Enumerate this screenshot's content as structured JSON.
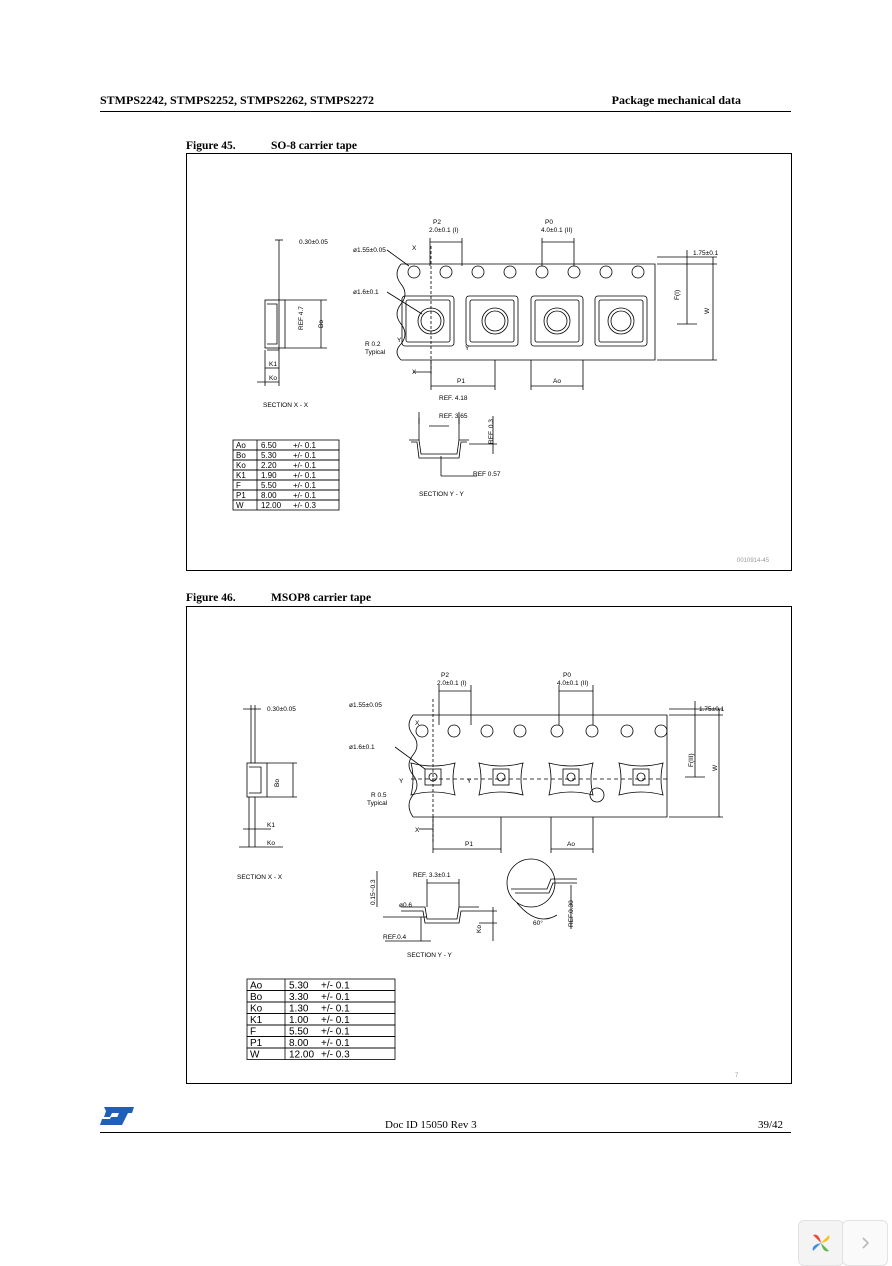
{
  "header": {
    "left": "STMPS2242, STMPS2252, STMPS2262, STMPS2272",
    "right": "Package mechanical data"
  },
  "figure45": {
    "number": "Figure 45.",
    "title": "SO-8 carrier tape",
    "labels": {
      "thickness": "0.30±0.05",
      "p2": "P2",
      "p2_val": "2.0±0.1 (I)",
      "p0": "P0",
      "p0_val": "4.0±0.1 (II)",
      "hole_d": "ø1.55±0.05",
      "pocket_d": "ø1.6±0.1",
      "edge": "1.75±0.1",
      "f": "F(I)",
      "w": "W",
      "r": "R 0.2",
      "typical": "Typical",
      "x": "X",
      "y": "Y",
      "p1": "P1",
      "a0": "Ao",
      "b0": "Bo",
      "k1": "K1",
      "k0": "Ko",
      "ref47": "REF 4.7",
      "section_xx": "SECTION X - X",
      "ref_418": "REF. 4.18",
      "ref_365": "REF. 3.65",
      "ref_03": "REF. 0.3",
      "ref_057": "REF 0.57",
      "section_yy": "SECTION Y - Y",
      "code": "0010914-45"
    },
    "table": [
      {
        "param": "Ao",
        "value": "6.50",
        "tol": "+/- 0.1"
      },
      {
        "param": "Bo",
        "value": "5.30",
        "tol": "+/- 0.1"
      },
      {
        "param": "Ko",
        "value": "2.20",
        "tol": "+/- 0.1"
      },
      {
        "param": "K1",
        "value": "1.90",
        "tol": "+/- 0.1"
      },
      {
        "param": "F",
        "value": "5.50",
        "tol": "+/- 0.1"
      },
      {
        "param": "P1",
        "value": "8.00",
        "tol": "+/- 0.1"
      },
      {
        "param": "W",
        "value": "12.00",
        "tol": "+/- 0.3"
      }
    ]
  },
  "figure46": {
    "number": "Figure 46.",
    "title": "MSOP8 carrier tape",
    "labels": {
      "thickness": "0.30±0.05",
      "p2": "P2",
      "p2_val": "2.0±0.1 (I)",
      "p0": "P0",
      "p0_val": "4.0±0.1 (II)",
      "hole_d": "ø1.55±0.05",
      "pocket_d": "ø1.6±0.1",
      "edge": "1.75±0.1",
      "f": "F(III)",
      "w": "W",
      "r": "R 0.5",
      "typical": "Typical",
      "x": "X",
      "y": "Y",
      "p1": "P1",
      "a0": "Ao",
      "b0": "Bo",
      "k1": "K1",
      "k0": "Ko",
      "section_xx": "SECTION X - X",
      "ref_33": "REF. 3.3±0.1",
      "ref_015": "0.15~0.3",
      "ref_04": "REF.0.4",
      "phi": "ø0.6",
      "angle": "60°",
      "ref_030": "REF.0.30",
      "section_yy": "SECTION Y - Y",
      "code": "7"
    },
    "table": [
      {
        "param": "Ao",
        "value": "5.30",
        "tol": "+/- 0.1"
      },
      {
        "param": "Bo",
        "value": "3.30",
        "tol": "+/- 0.1"
      },
      {
        "param": "Ko",
        "value": "1.30",
        "tol": "+/- 0.1"
      },
      {
        "param": "K1",
        "value": "1.00",
        "tol": "+/- 0.1"
      },
      {
        "param": "F",
        "value": "5.50",
        "tol": "+/- 0.1"
      },
      {
        "param": "P1",
        "value": "8.00",
        "tol": "+/- 0.1"
      },
      {
        "param": "W",
        "value": "12.00",
        "tol": "+/- 0.3"
      }
    ]
  },
  "footer": {
    "doc_id": "Doc ID 15050 Rev 3",
    "page": "39/42",
    "logo_text": "ST"
  },
  "viewer": {
    "next_icon": "chevron-right-icon",
    "app_icon": "pinwheel-logo-icon"
  }
}
